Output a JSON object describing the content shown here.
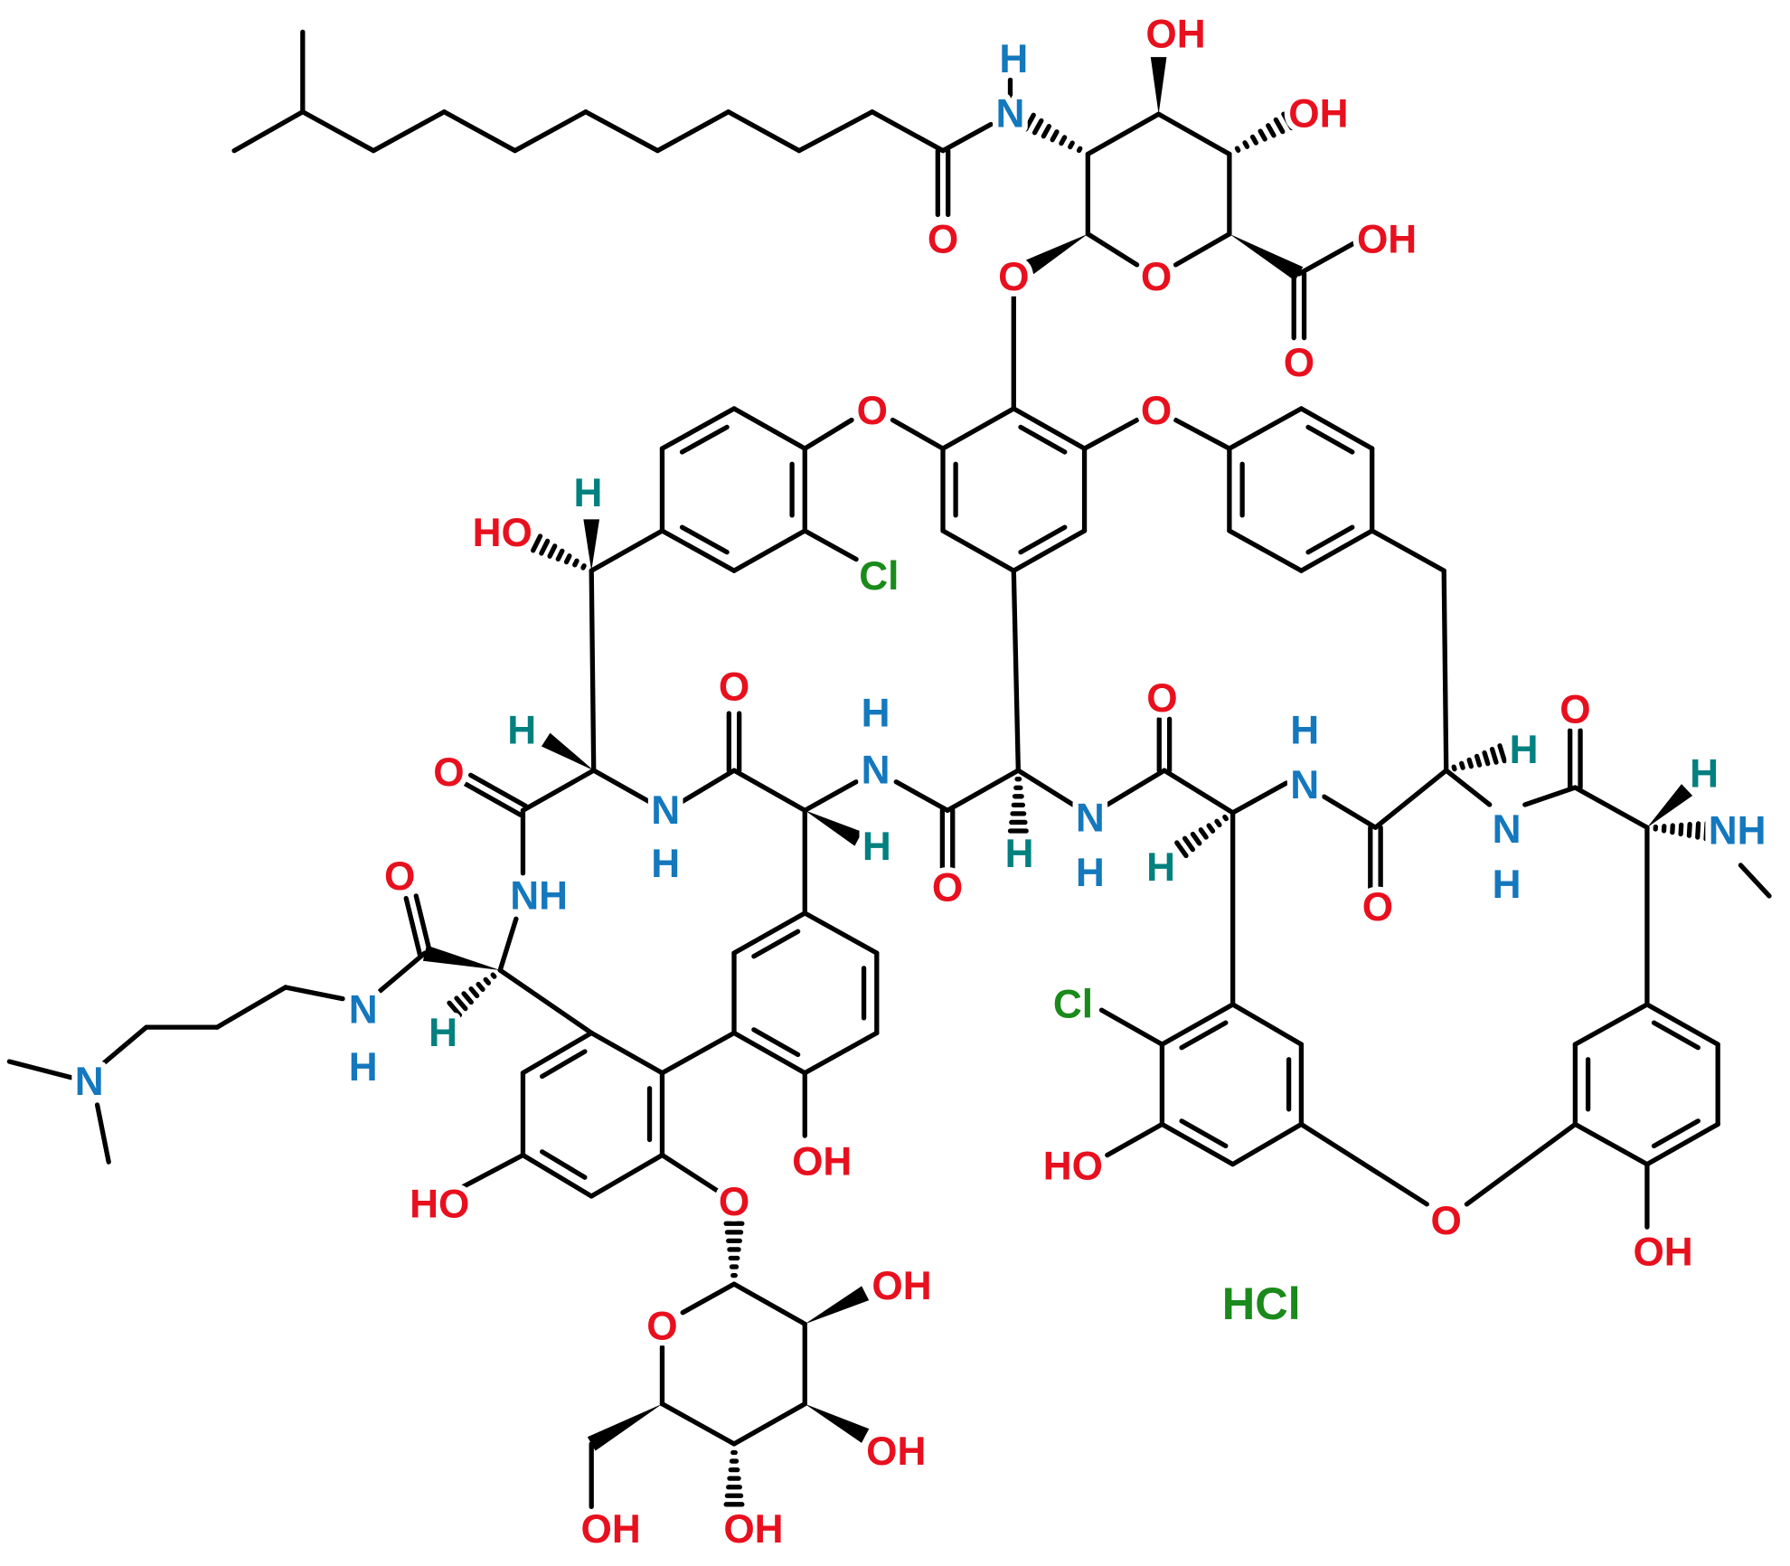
{
  "title": "Dalbavancin-related glycopeptide hydrochloride structure",
  "colors": {
    "O": "#E8101E",
    "N": "#1478BE",
    "H_stereo": "#00807F",
    "Cl": "#1A8A1A",
    "bond": "#000000"
  },
  "atom_labels": [
    "O",
    "H",
    "N",
    "OH",
    "OH",
    "OH",
    "O",
    "O",
    "O",
    "O",
    "O",
    "Cl",
    "HO",
    "H",
    "H",
    "O",
    "N",
    "H",
    "O",
    "N",
    "H",
    "H",
    "O",
    "H",
    "N",
    "H",
    "O",
    "H",
    "N",
    "H",
    "O",
    "H",
    "N",
    "H",
    "O",
    "H",
    "NH",
    "O",
    "NH",
    "H",
    "N",
    "H",
    "N",
    "Cl",
    "HO",
    "HO",
    "OH",
    "O",
    "O",
    "OH",
    "OH",
    "OH",
    "OH",
    "O",
    "OH"
  ],
  "salt": "HCl"
}
